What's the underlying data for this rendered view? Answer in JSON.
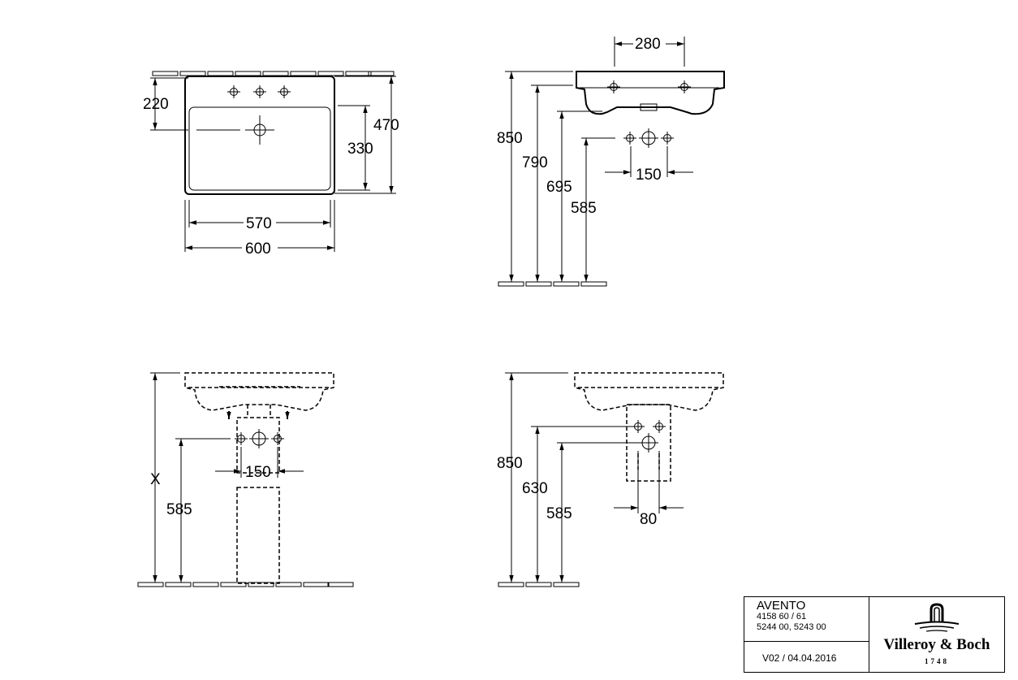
{
  "top_view": {
    "dims": [
      "220",
      "470",
      "330",
      "570",
      "600"
    ]
  },
  "side_view": {
    "dims": [
      "280",
      "850",
      "790",
      "695",
      "150",
      "585"
    ]
  },
  "pedestal_view": {
    "dims": [
      "X",
      "585",
      "150"
    ]
  },
  "semipedestal_view": {
    "dims": [
      "850",
      "630",
      "585",
      "80"
    ]
  },
  "title_block": {
    "product": "AVENTO",
    "code_line1": "4158 60 / 61",
    "code_line2": "5244 00, 5243 00",
    "version": "V02 / 04.04.2016",
    "brand": "Villeroy & Boch",
    "year": "1748"
  }
}
